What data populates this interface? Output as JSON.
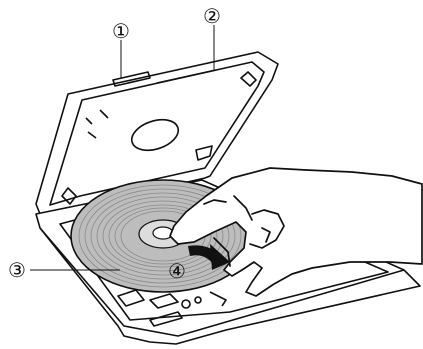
{
  "callouts": [
    {
      "id": "1",
      "text": "①"
    },
    {
      "id": "2",
      "text": "②"
    },
    {
      "id": "3",
      "text": "③"
    },
    {
      "id": "4",
      "text": "④"
    }
  ],
  "colors": {
    "line": "#111111",
    "disc": "#b9b9b9",
    "disc_grooves": "#8a8a8a",
    "disc_hub": "#d6d6d6",
    "background": "#ffffff"
  }
}
